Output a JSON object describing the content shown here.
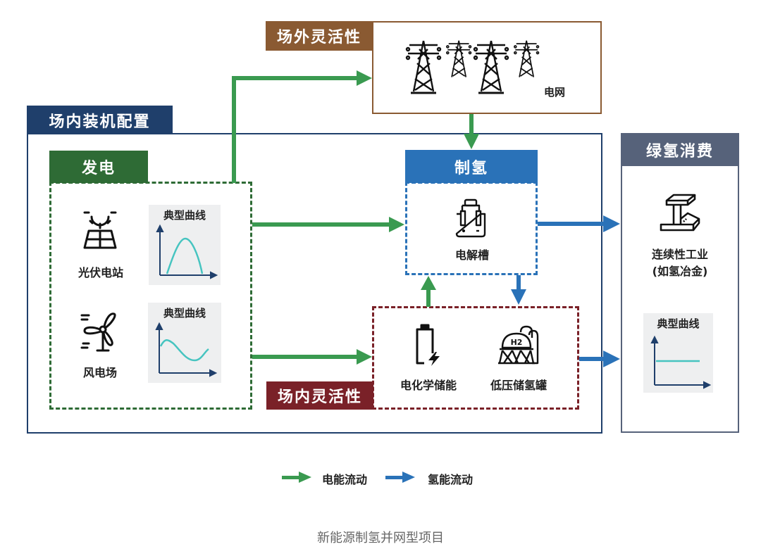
{
  "colors": {
    "offsite_flex": "#8a5a32",
    "onsite_config": "#1f3f6b",
    "generation": "#2e6b35",
    "hydrogen_production": "#2a72b8",
    "onsite_flex": "#7a2128",
    "consumption": "#56627a",
    "electric_flow": "#3a9a50",
    "hydrogen_flow": "#2a72b8",
    "curve": "#46c4c0",
    "axis": "#1f3f6b"
  },
  "offsite": {
    "tag": "场外灵活性",
    "grid_label": "电网",
    "icon": "power-tower-icon"
  },
  "onsite_config": {
    "tag": "场内装机配置"
  },
  "generation": {
    "tag": "发电",
    "items": [
      {
        "label": "光伏电站",
        "icon": "solar-panel-icon",
        "curve_title": "典型曲线",
        "curve_shape": "bell"
      },
      {
        "label": "风电场",
        "icon": "wind-turbine-icon",
        "curve_title": "典型曲线",
        "curve_shape": "wave"
      }
    ]
  },
  "hydrogen_production": {
    "tag": "制氢",
    "item": {
      "label": "电解槽",
      "icon": "electrolyzer-icon"
    }
  },
  "onsite_flex": {
    "tag": "场内灵活性",
    "items": [
      {
        "label": "电化学储能",
        "icon": "battery-charging-icon"
      },
      {
        "label": "低压储氢罐",
        "icon": "hydrogen-tank-icon"
      }
    ]
  },
  "consumption": {
    "tag": "绿氢消费",
    "item": {
      "label_line1": "连续性工业",
      "label_line2": "(如氢冶金)",
      "icon": "steel-beam-icon"
    },
    "curve_title": "典型曲线",
    "curve_shape": "flat"
  },
  "legend": {
    "electric": "电能流动",
    "hydrogen": "氢能流动"
  },
  "caption": "新能源制氢并网型项目"
}
